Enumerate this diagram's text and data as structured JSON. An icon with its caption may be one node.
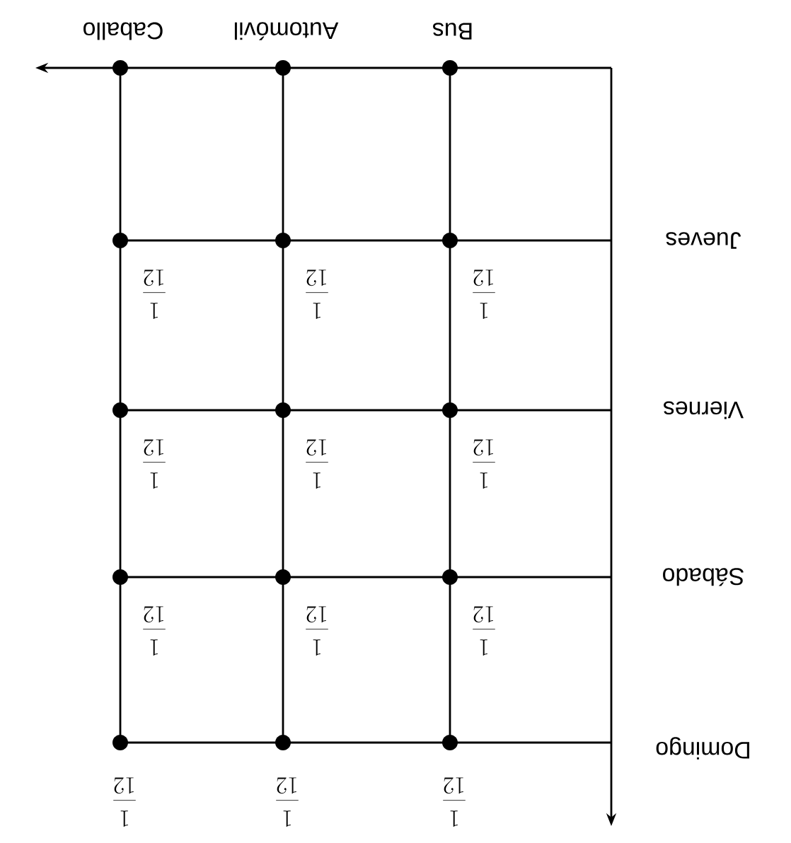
{
  "diagram": {
    "labels": [
      "Bus",
      "Automóvil",
      "Caballo",
      "Jueves",
      "Viernes",
      "Sábado",
      "Domingo",
      "\\frac{1}{12}",
      "\\frac{1}{12}",
      "\\frac{1}{12}",
      "\\frac{1}{12}",
      "\\frac{1}{12}",
      "\\frac{1}{12}",
      "\\frac{1}{12}",
      "\\frac{1}{12}",
      "\\frac{1}{12}",
      "\\frac{1}{12}",
      "\\frac{1}{12}",
      "\\frac{1}{12}"
    ]
  }
}
